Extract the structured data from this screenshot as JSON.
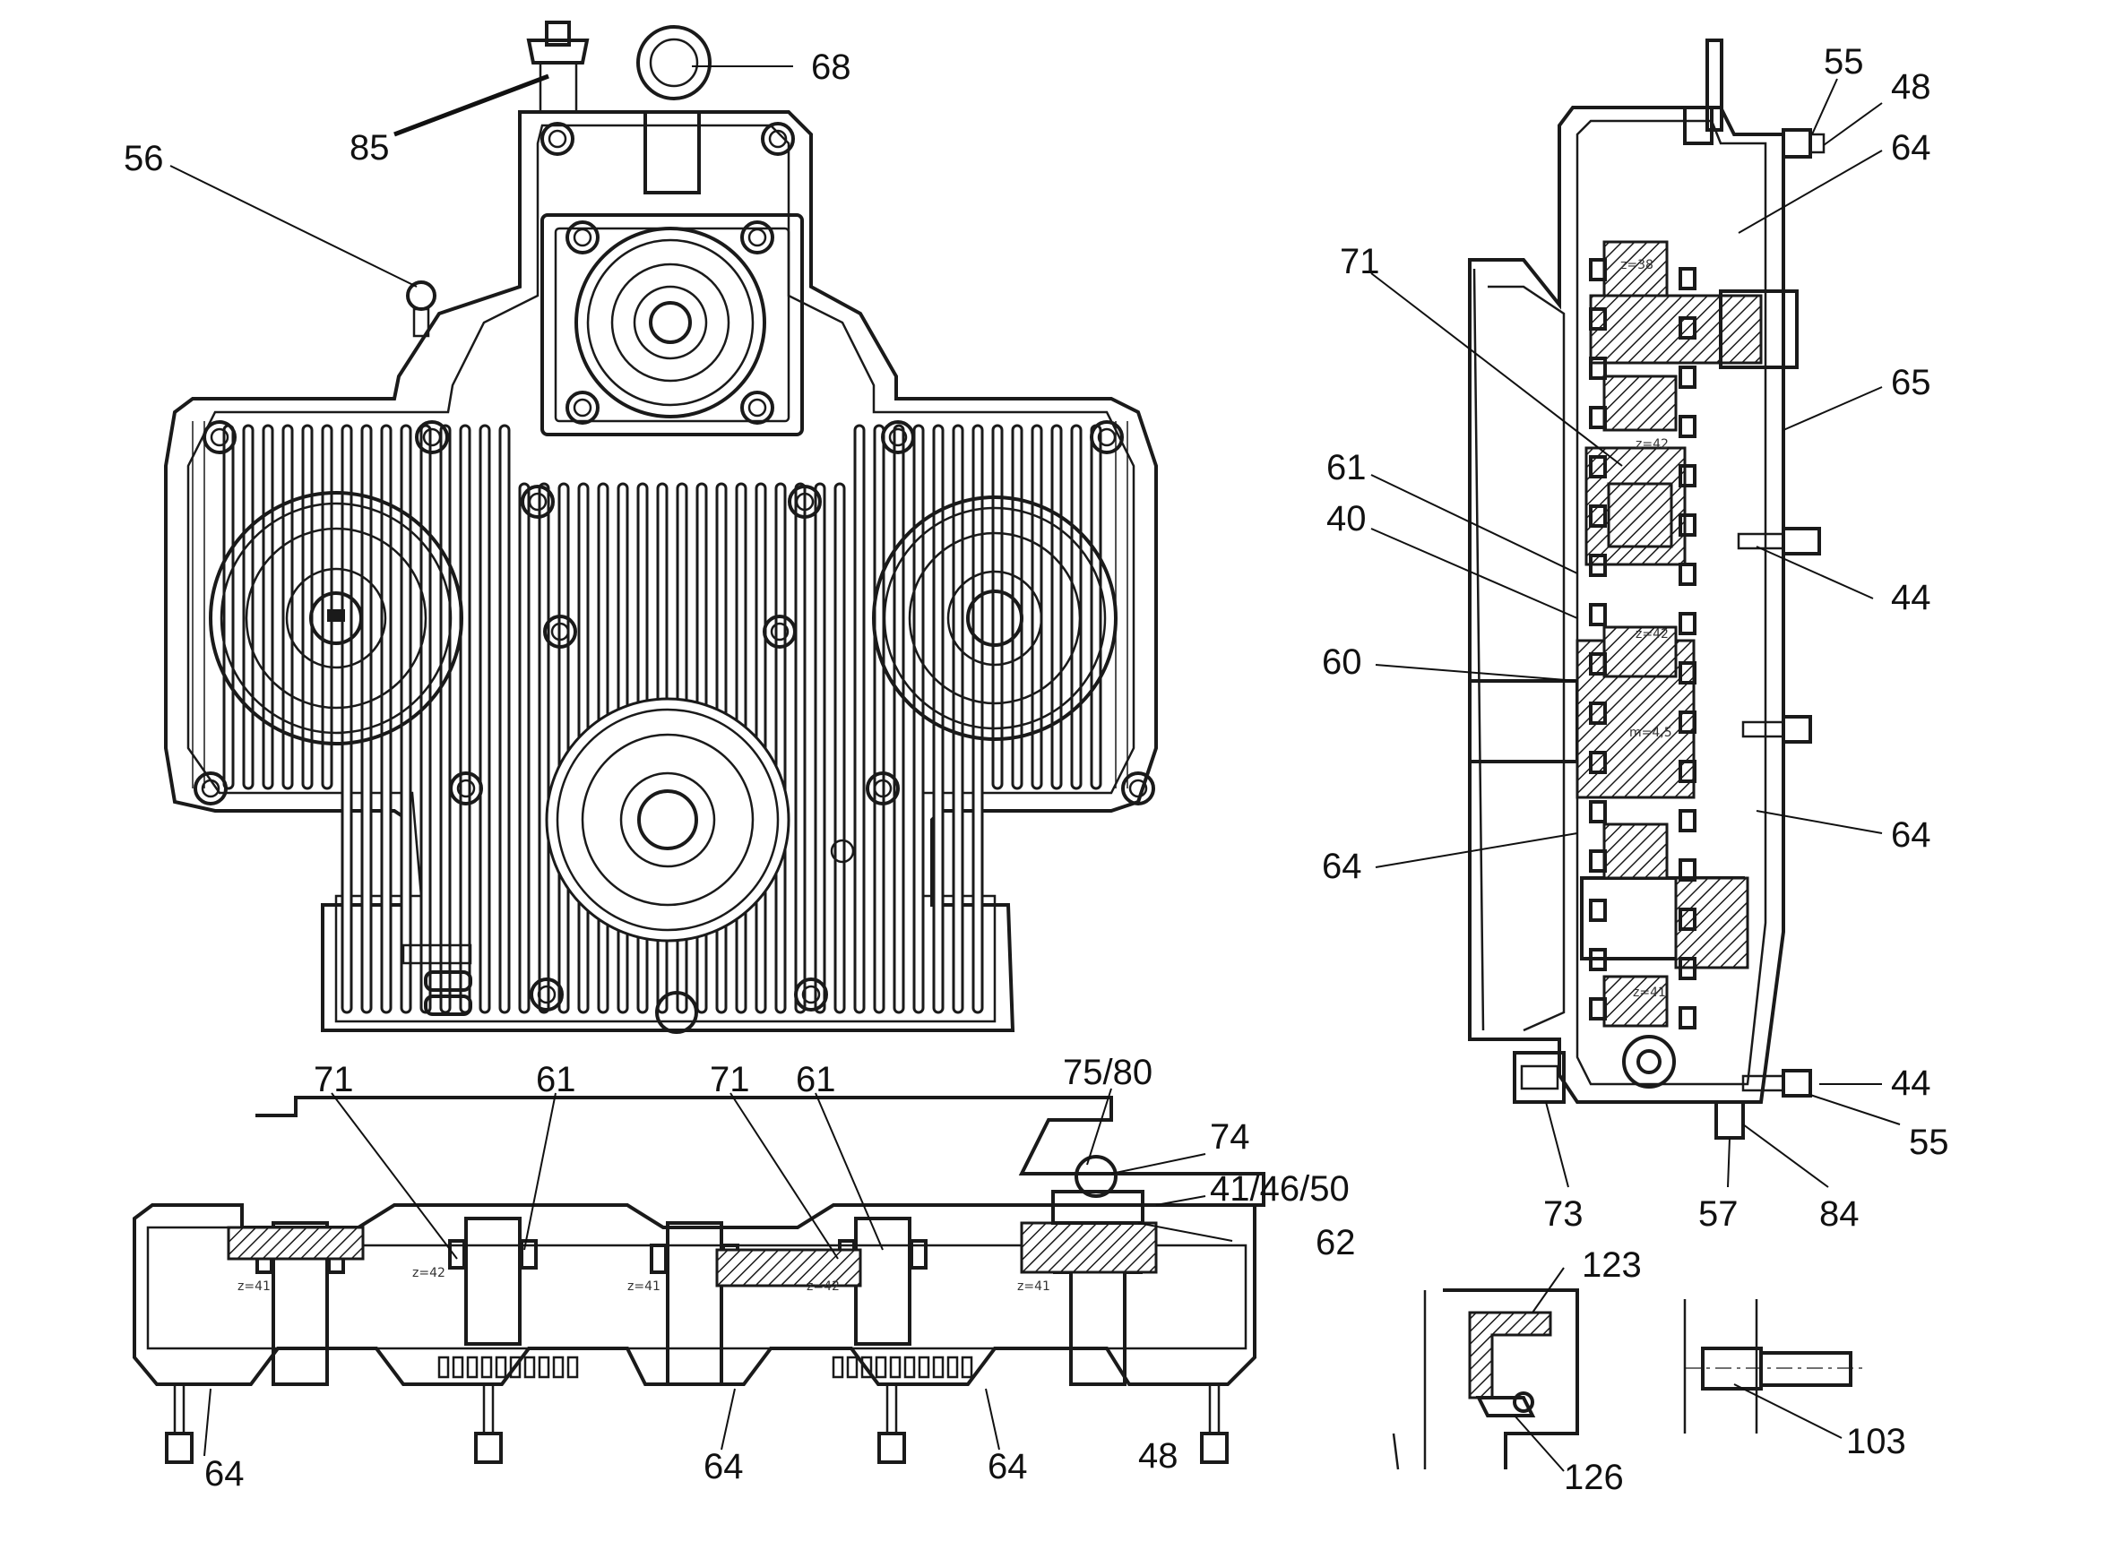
{
  "callouts": {
    "front": {
      "c68": "68",
      "c85": "85",
      "c56": "56"
    },
    "side": {
      "c55_top": "55",
      "c48_top": "48",
      "c64_a": "64",
      "c71": "71",
      "c65": "65",
      "c61": "61",
      "c40": "40",
      "c44_a": "44",
      "c60": "60",
      "c64_b": "64",
      "c64_c": "64",
      "c44_b": "44",
      "c55_bot": "55",
      "c73": "73",
      "c57": "57",
      "c84": "84"
    },
    "section": {
      "c71_a": "71",
      "c61_a": "61",
      "c71_b": "71",
      "c61_b": "61",
      "c75_80": "75/80",
      "c74": "74",
      "c41_46_50": "41/46/50",
      "c62": "62",
      "c64_a": "64",
      "c64_b": "64",
      "c64_c": "64",
      "c48": "48"
    },
    "details": {
      "c123": "123",
      "c126": "126",
      "c103": "103"
    }
  },
  "gear_marks": {
    "side_top": "z=38",
    "side_mid": "z=42",
    "side_mid2": "z=42",
    "side_module": "m=4,5",
    "side_bot": "z=41",
    "sec_1": "z=41",
    "sec_2": "z=42",
    "sec_3": "z=41",
    "sec_4": "z=42",
    "sec_5": "z=41"
  },
  "colors": {
    "ink": "#1a1a1a",
    "paper": "#ffffff"
  }
}
